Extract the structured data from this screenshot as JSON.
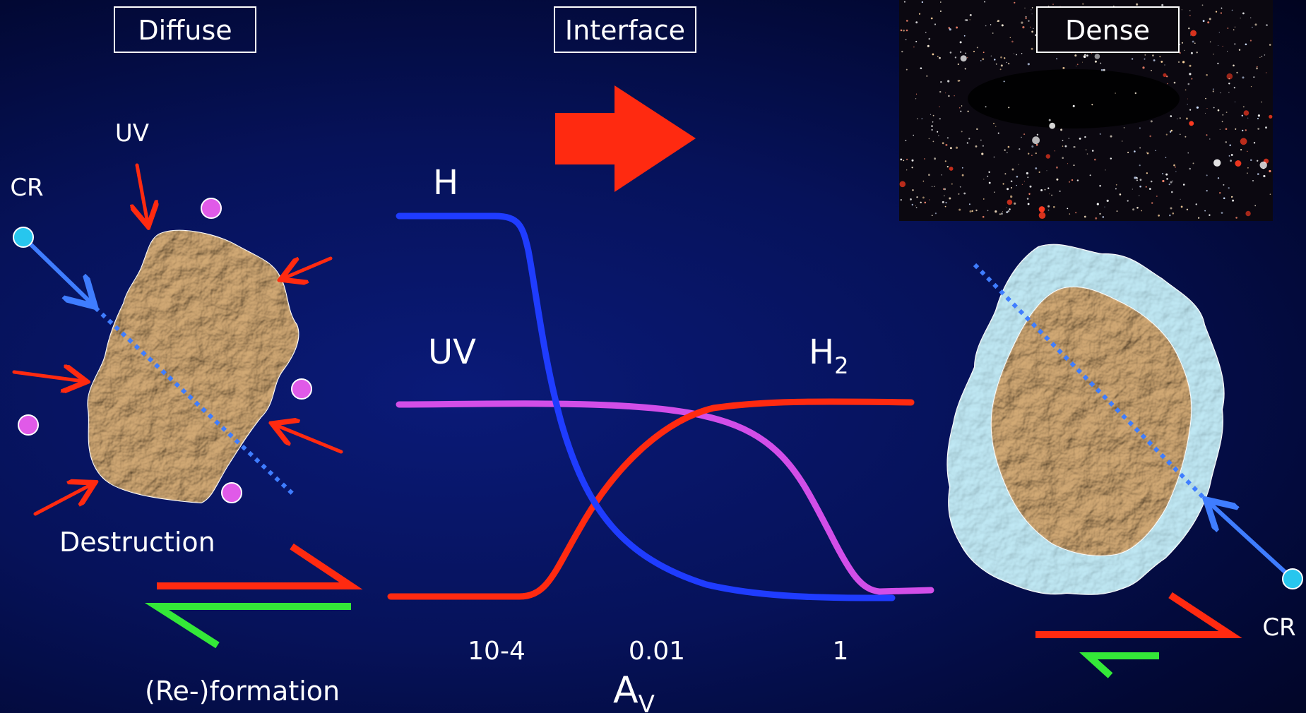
{
  "labels": {
    "diffuse": "Diffuse",
    "interface": "Interface",
    "dense": "Dense",
    "uv_top": "UV",
    "cr_left": "CR",
    "cr_right": "CR",
    "destruction": "Destruction",
    "reformation": "(Re-)formation",
    "curve_h": "H",
    "curve_uv": "UV",
    "curve_h2_base": "H",
    "curve_h2_sub": "2",
    "av_base": "A",
    "av_sub": "V"
  },
  "av_axis": {
    "ticks": [
      "10-4",
      "0.01",
      "1"
    ]
  },
  "colors": {
    "h_curve": "#1f3cff",
    "uv_curve": "#d24ee8",
    "h2_curve": "#ff2a10",
    "arrow_red": "#ff2a10",
    "arrow_green": "#34e838",
    "cr_blue": "#3f7dff",
    "cr_particle": "#27c6ee",
    "uv_particle": "#e05ae8",
    "grain": "#b48d5e",
    "ice": "#b5e3f1"
  }
}
